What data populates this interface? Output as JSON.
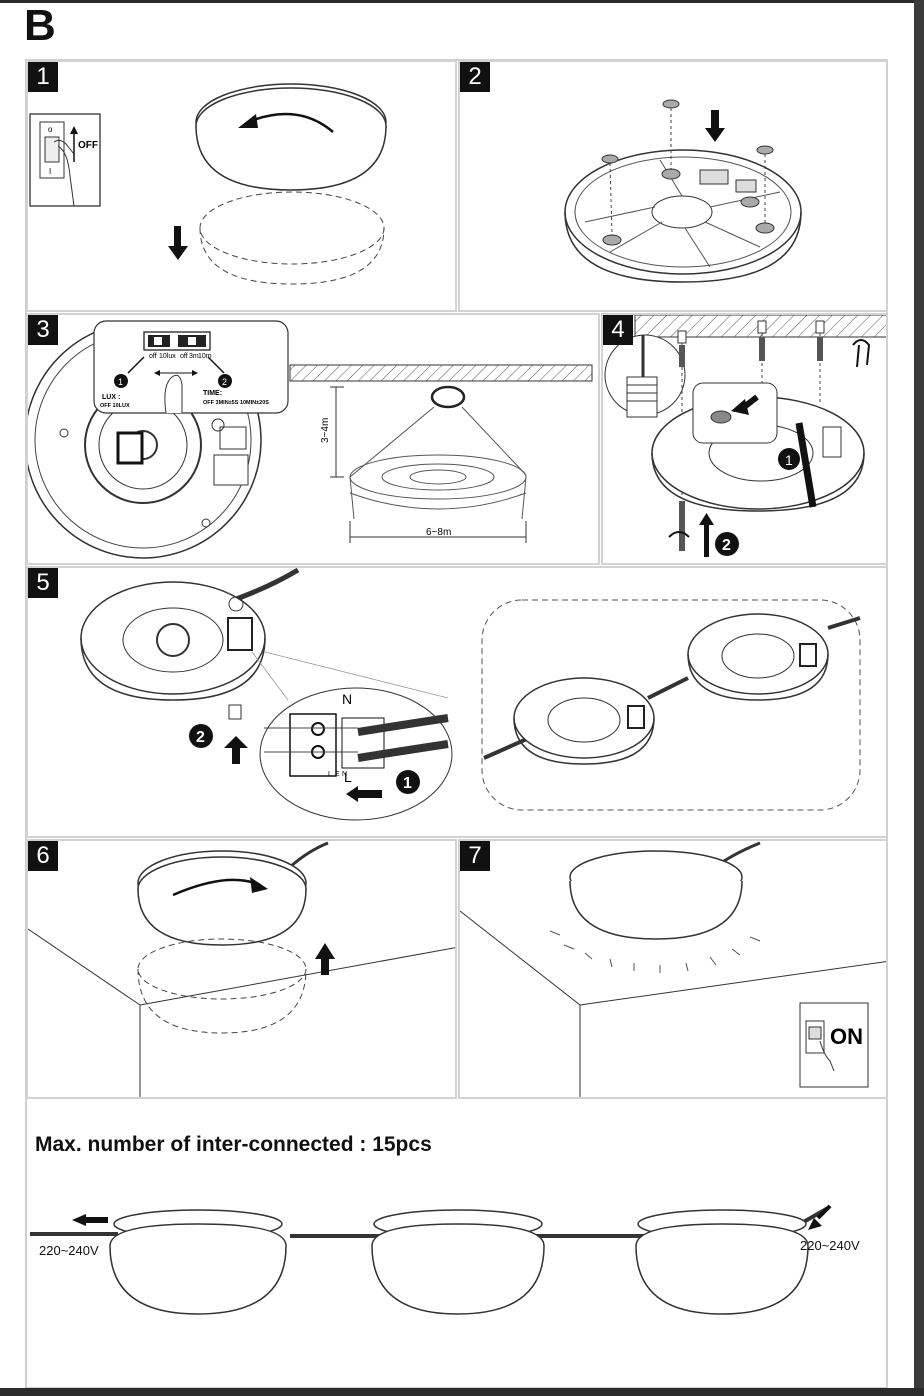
{
  "section_letter": "B",
  "steps": [
    "1",
    "2",
    "3",
    "4",
    "5",
    "6",
    "7"
  ],
  "panel1": {
    "switch_label": "OFF",
    "switch_marks": [
      "o",
      "I"
    ]
  },
  "panel3": {
    "switch_left": [
      "off",
      "10lux"
    ],
    "switch_right": [
      "off",
      "3m",
      "10m"
    ],
    "lux_title": "LUX :",
    "lux_values": "OFF  10LUX",
    "time_title": "TIME:",
    "time_values": "OFF  3MIN±5S  10MIN±20S",
    "callouts": [
      "1",
      "2"
    ],
    "height": "3~4m",
    "width": "6~8m"
  },
  "panel4": {
    "callouts": [
      "1",
      "2"
    ]
  },
  "panel5": {
    "callouts": [
      "2",
      "1"
    ],
    "terminal_top": "N",
    "terminal_bottom": "L",
    "terminal_letters": [
      "L",
      "E",
      "N"
    ]
  },
  "panel7": {
    "switch_label": "ON"
  },
  "bottom": {
    "title": "Max. number of inter-connected : 15pcs",
    "voltage_left": "220~240V",
    "voltage_right": "220~240V"
  },
  "colors": {
    "ink": "#111111",
    "panel_border": "#d2d2d2",
    "hatch": "#555555"
  }
}
